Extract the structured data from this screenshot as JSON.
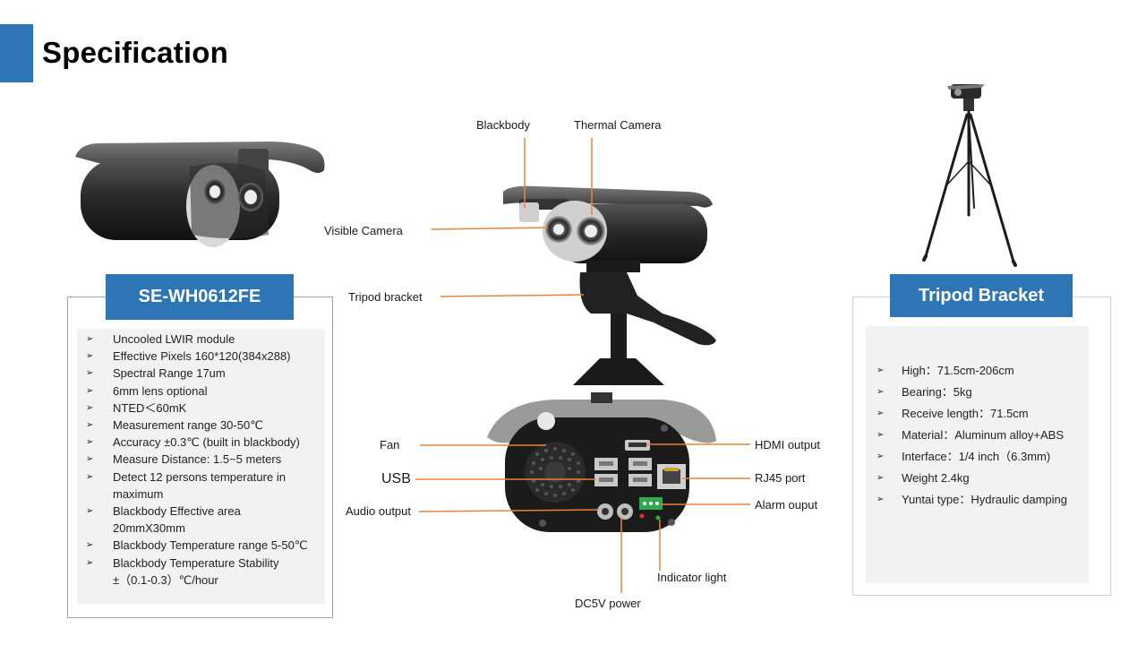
{
  "page": {
    "title": "Specification",
    "accent_color": "#2e75b6",
    "leader_color": "#e8843a"
  },
  "device_card": {
    "title": "SE-WH0612FE",
    "specs": [
      "Uncooled LWIR module",
      "Effective Pixels 160*120(384x288)",
      "Spectral Range 17um",
      "6mm lens optional",
      "NTED＜60mK",
      "Measurement  range 30-50℃",
      "Accuracy ±0.3℃ (built in blackbody)",
      "Measure Distance: 1.5~5 meters",
      "Detect 12 persons  temperature  in maximum",
      "Blackbody  Effective area 20mmX30mm",
      "Blackbody  Temperature  range 5-50℃",
      "Blackbody  Temperature  Stability ±（0.1-0.3）℃/hour"
    ]
  },
  "tripod_card": {
    "title": "Tripod Bracket",
    "specs": [
      "High：71.5cm-206cm",
      "Bearing：5kg",
      "Receive length：71.5cm",
      "Material：Aluminum alloy+ABS",
      "Interface：1/4 inch（6.3mm)",
      "Weight 2.4kg",
      "Yuntai type：Hydraulic damping"
    ]
  },
  "callouts": {
    "blackbody": "Blackbody",
    "thermal_camera": "Thermal Camera",
    "visible_camera": "Visible Camera",
    "tripod_bracket": "Tripod bracket",
    "fan": "Fan",
    "usb": "USB",
    "audio_output": "Audio output",
    "dc5v_power": "DC5V power",
    "indicator_light": "Indicator light",
    "hdmi_output": "HDMI output",
    "rj45_port": "RJ45 port",
    "alarm_output": "Alarm ouput"
  },
  "bullet_glyph": "➢"
}
